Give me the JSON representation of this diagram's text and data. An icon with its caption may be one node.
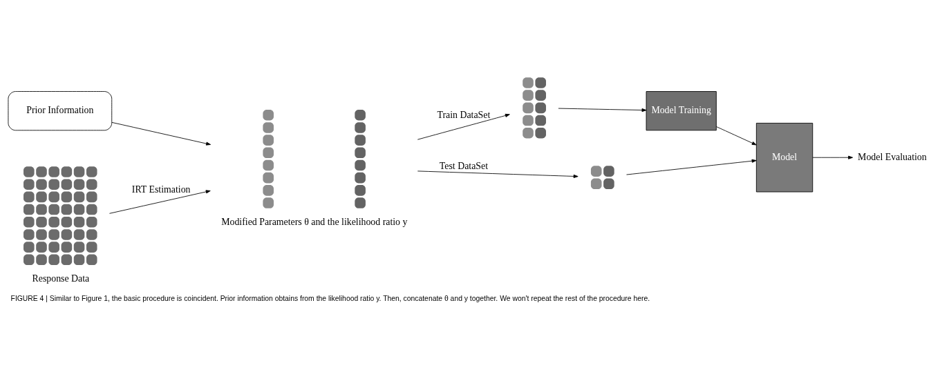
{
  "diagram": {
    "caption": "FIGURE 4 | Similar to Figure 1, the basic procedure is coincident. Prior information obtains from the likelihood ratio y. Then, concatenate θ and y together. We won't repeat the rest of the procedure here.",
    "nodes": [
      {
        "text": [
          "Prior Information"
        ]
      },
      {
        "text": [],
        "shape": "box",
        "beside": [
          "Response Data"
        ]
      },
      {
        "text": [],
        "shape": "box",
        "beside": [
          "Modified Parameters θ and the likelihood ratio y"
        ]
      },
      {
        "text": [],
        "shape": "box"
      },
      {
        "text": [],
        "shape": "box"
      },
      {
        "text": [
          "Model Training"
        ]
      },
      {
        "text": [
          "Model"
        ]
      },
      {
        "text": [
          "Model Evaluation"
        ]
      }
    ],
    "edges": [
      {
        "from": 0,
        "to": 2,
        "arrow": "to"
      },
      {
        "from": 1,
        "to": 2,
        "arrow": "to",
        "label": "IRT Estimation"
      },
      {
        "from": 2,
        "to": 3,
        "arrow": "to",
        "label": "Train DataSet"
      },
      {
        "from": 2,
        "to": 4,
        "arrow": "to",
        "label": "Test DataSet"
      },
      {
        "from": 3,
        "to": 5,
        "arrow": "to"
      },
      {
        "from": 5,
        "to": 6,
        "arrow": "to"
      },
      {
        "from": 4,
        "to": 6,
        "arrow": "to"
      },
      {
        "from": 6,
        "to": 7,
        "arrow": "to"
      }
    ]
  }
}
